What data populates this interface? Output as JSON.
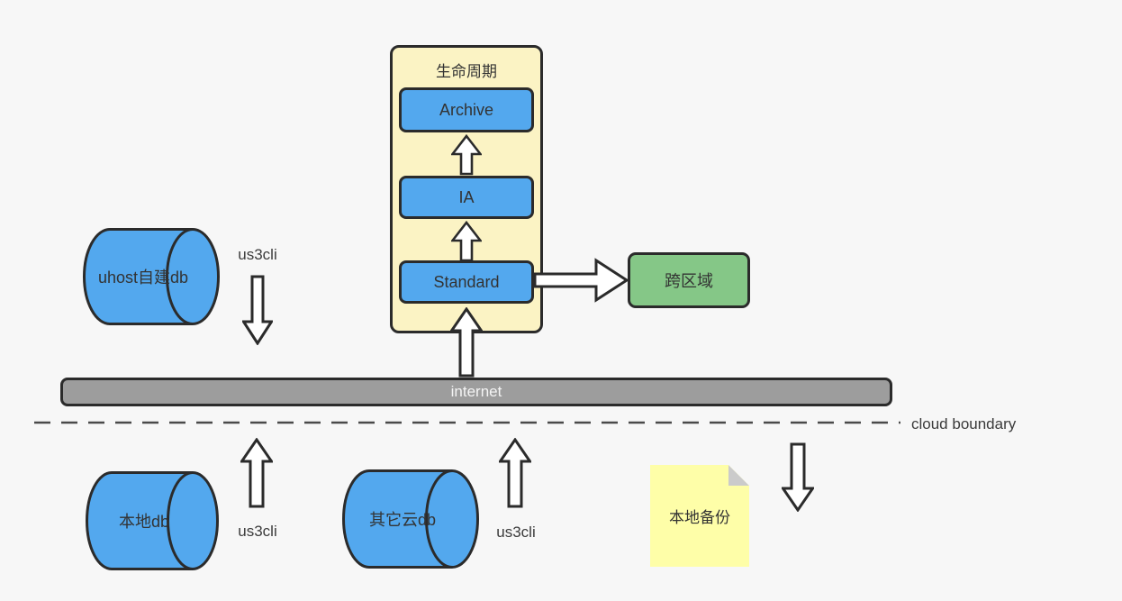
{
  "lifecycle": {
    "title": "生命周期",
    "tiers": [
      {
        "label": "Archive"
      },
      {
        "label": "IA"
      },
      {
        "label": "Standard"
      }
    ]
  },
  "cross_region": {
    "label": "跨区域"
  },
  "internet_bar": {
    "label": "internet"
  },
  "cloud_boundary": {
    "label": "cloud boundary"
  },
  "databases": {
    "uhost": {
      "label": "uhost自建db",
      "tool": "us3cli"
    },
    "local": {
      "label": "本地db",
      "tool": "us3cli"
    },
    "other_cloud": {
      "label": "其它云db",
      "tool": "us3cli"
    }
  },
  "local_backup": {
    "label": "本地备份"
  },
  "colors": {
    "background": "#F7F7F7",
    "node_blue": "#53A8EE",
    "lifecycle_yellow": "#FBF3C4",
    "note_yellow": "#FEFEA8",
    "note_fold_gray": "#CBCBCB",
    "cross_region_green": "#85C787",
    "internet_gray": "#9D9D9D",
    "outline_dark": "#2B2B2B",
    "arrow_fill": "#FFFFFF",
    "text_dark": "#333333",
    "internet_text": "#F4F4F4"
  }
}
